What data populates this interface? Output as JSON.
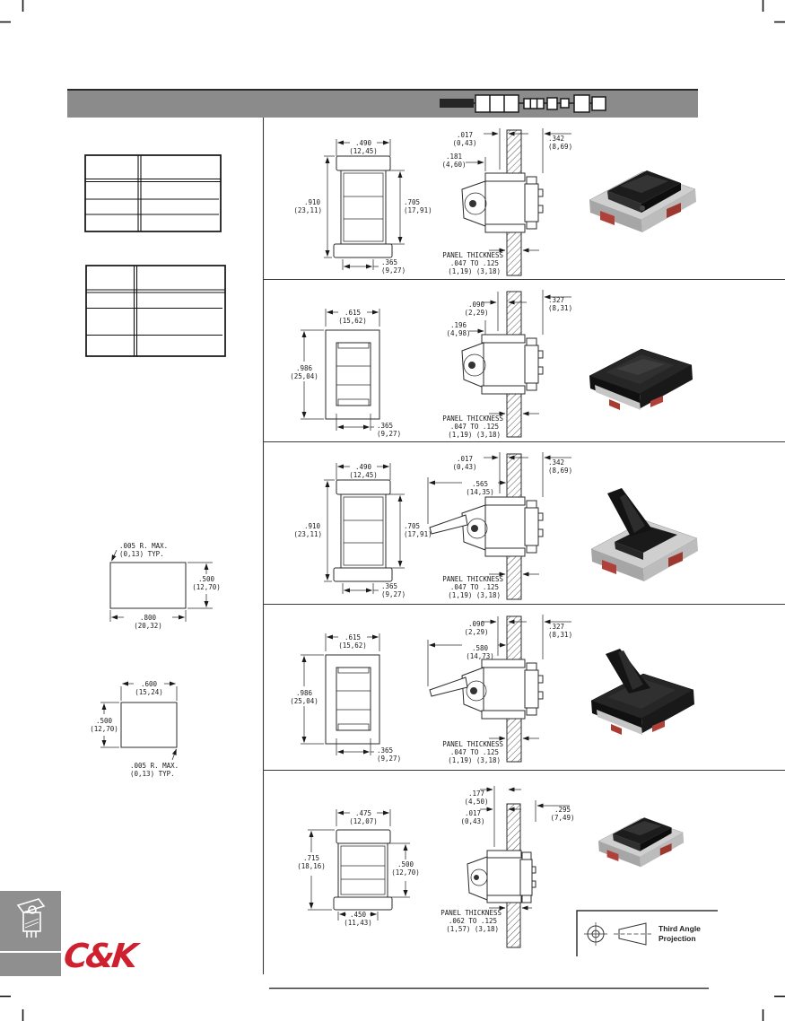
{
  "colors": {
    "header_bar": "#8b8b8b",
    "logo_red": "#cf2030",
    "photo_red": "#b0413a",
    "photo_silver": "#cfcfcf",
    "photo_black": "#1c1c1c",
    "drawing_line": "#2b2b2b"
  },
  "rows": [
    {
      "front": {
        "w_top": {
          "in": ".490",
          "mm": "(12,45)"
        },
        "h_left": {
          "in": ".910",
          "mm": "(23,11)"
        },
        "h_right": {
          "in": ".705",
          "mm": "(17,91)"
        },
        "w_bottom": {
          "in": ".365",
          "mm": "(9,27)"
        }
      },
      "side": {
        "d1": {
          "in": ".017",
          "mm": "(0,43)"
        },
        "d2": {
          "in": ".181",
          "mm": "(4,60)"
        },
        "d3": {
          "in": ".342",
          "mm": "(8,69)"
        }
      },
      "panel_note": {
        "l1": "PANEL THICKNESS",
        "l2": ".047 TO .125",
        "l3": "(1,19) (3,18)"
      }
    },
    {
      "front": {
        "w_top": {
          "in": ".615",
          "mm": "(15,62)"
        },
        "h_left": {
          "in": ".986",
          "mm": "(25,04)"
        },
        "w_bottom": {
          "in": ".365",
          "mm": "(9,27)"
        }
      },
      "side": {
        "d1": {
          "in": ".090",
          "mm": "(2,29)"
        },
        "d2": {
          "in": ".196",
          "mm": "(4,98)"
        },
        "d3": {
          "in": ".327",
          "mm": "(8,31)"
        }
      },
      "panel_note": {
        "l1": "PANEL THICKNESS",
        "l2": ".047 TO .125",
        "l3": "(1,19) (3,18)"
      }
    },
    {
      "front": {
        "w_top": {
          "in": ".490",
          "mm": "(12,45)"
        },
        "h_left": {
          "in": ".910",
          "mm": "(23,11)"
        },
        "h_right": {
          "in": ".705",
          "mm": "(17,91)"
        },
        "w_bottom": {
          "in": ".365",
          "mm": "(9,27)"
        }
      },
      "side": {
        "d1": {
          "in": ".017",
          "mm": "(0,43)"
        },
        "d2": {
          "in": ".565",
          "mm": "(14,35)"
        },
        "d3": {
          "in": ".342",
          "mm": "(8,69)"
        }
      },
      "panel_note": {
        "l1": "PANEL THICKNESS",
        "l2": ".047 TO .125",
        "l3": "(1,19) (3,18)"
      }
    },
    {
      "front": {
        "w_top": {
          "in": ".615",
          "mm": "(15,62)"
        },
        "h_left": {
          "in": ".986",
          "mm": "(25,04)"
        },
        "w_bottom": {
          "in": ".365",
          "mm": "(9,27)"
        }
      },
      "side": {
        "d1": {
          "in": ".090",
          "mm": "(2,29)"
        },
        "d2": {
          "in": ".580",
          "mm": "(14,73)"
        },
        "d3": {
          "in": ".327",
          "mm": "(8,31)"
        }
      },
      "panel_note": {
        "l1": "PANEL THICKNESS",
        "l2": ".047 TO .125",
        "l3": "(1,19) (3,18)"
      }
    },
    {
      "front": {
        "w_top": {
          "in": ".475",
          "mm": "(12,07)"
        },
        "h_left": {
          "in": ".715",
          "mm": "(18,16)"
        },
        "h_right": {
          "in": ".500",
          "mm": "(12,70)"
        },
        "w_bottom": {
          "in": ".450",
          "mm": "(11,43)"
        }
      },
      "side": {
        "d1": {
          "in": ".177",
          "mm": "(4,50)"
        },
        "d2": {
          "in": ".017",
          "mm": "(0,43)"
        },
        "d3": {
          "in": ".295",
          "mm": "(7,49)"
        }
      },
      "panel_note": {
        "l1": "PANEL THICKNESS",
        "l2": ".062 TO .125",
        "l3": "(1,57) (3,18)"
      }
    }
  ],
  "cutouts": [
    {
      "note_l1": ".005 R. MAX.",
      "note_l2": "(0,13) TYP.",
      "height": {
        "in": ".500",
        "mm": "(12,70)"
      },
      "width": {
        "in": ".800",
        "mm": "(20,32)"
      }
    },
    {
      "width": {
        "in": ".600",
        "mm": "(15,24)"
      },
      "height": {
        "in": ".500",
        "mm": "(12,70)"
      },
      "note_l1": ".005 R. MAX.",
      "note_l2": "(0,13) TYP."
    }
  ],
  "footer": {
    "logo": "C&K",
    "projection_l1": "Third Angle",
    "projection_l2": "Projection"
  }
}
